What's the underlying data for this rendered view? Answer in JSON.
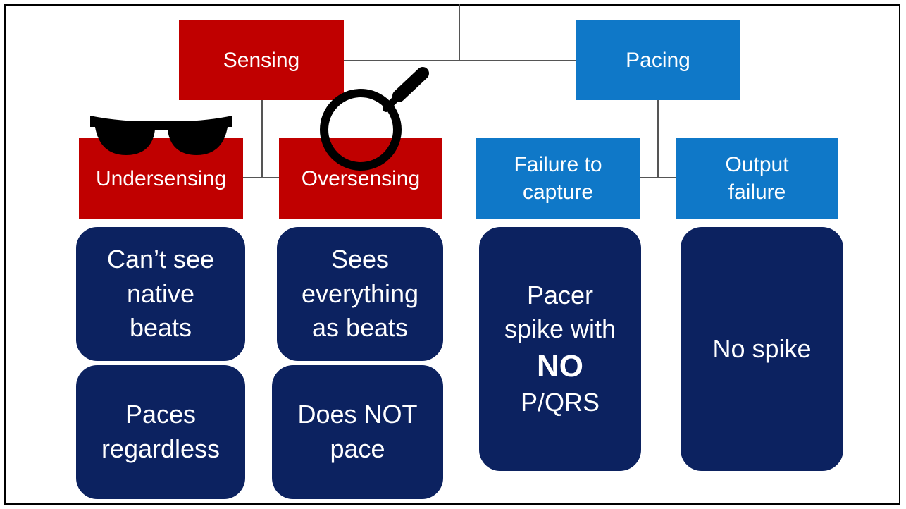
{
  "diagram": {
    "top_categories": {
      "sensing": "Sensing",
      "pacing": "Pacing"
    },
    "sub_categories": {
      "undersensing": "Undersensing",
      "oversensing": "Oversensing",
      "failure_to_capture": "Failure to\ncapture",
      "output_failure": "Output\nfailure"
    },
    "descriptions": {
      "undersensing_sees": "Can’t see\nnative\nbeats",
      "undersensing_action": "Paces\nregardless",
      "oversensing_sees": "Sees\neverything\nas  beats",
      "oversensing_action": "Does NOT\npace",
      "failure_to_capture_pre": "Pacer\nspike with",
      "failure_to_capture_bold": "NO",
      "failure_to_capture_post": "P/QRS",
      "output_failure": "No spike"
    },
    "colors": {
      "sensing_red": "#c00000",
      "pacing_blue": "#0f78c8",
      "description_navy": "#0c2260",
      "connector_gray": "#555555"
    },
    "icons": [
      "sunglasses-icon",
      "magnifying-glass-icon"
    ]
  }
}
